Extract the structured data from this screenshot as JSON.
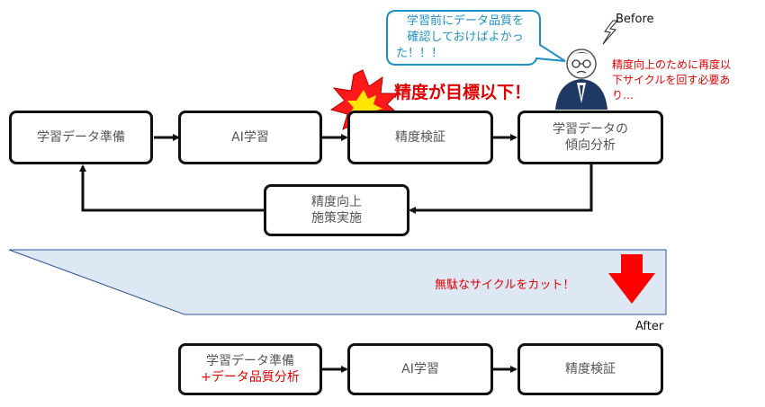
{
  "before_label": "Before",
  "after_label": "After",
  "speech": {
    "line1": "学習前にデータ品質を",
    "line2": "確認しておけばよかっ",
    "line3": "た！！！"
  },
  "alert_text": "精度が目標以下！",
  "worry": {
    "line1": "精度向上のために再度以",
    "line2": "下サイクルを回す必要あ",
    "line3": "り…"
  },
  "before_flow": {
    "step1": "学習データ準備",
    "step2": "AI学習",
    "step3": "精度検証",
    "step4_line1": "学習データの",
    "step4_line2": "傾向分析",
    "loop_line1": "精度向上",
    "loop_line2": "施策実施"
  },
  "banner_text": "無駄なサイクルをカット！",
  "after_flow": {
    "step1_line1": "学習データ準備",
    "step1_line2": "+データ品質分析",
    "step2": "AI学習",
    "step3": "精度検証"
  },
  "colors": {
    "accent_red": "#e00000",
    "speech_blue": "#1f8fc7",
    "banner_fill": "#dde8f4",
    "person_navy": "#1f3864"
  }
}
